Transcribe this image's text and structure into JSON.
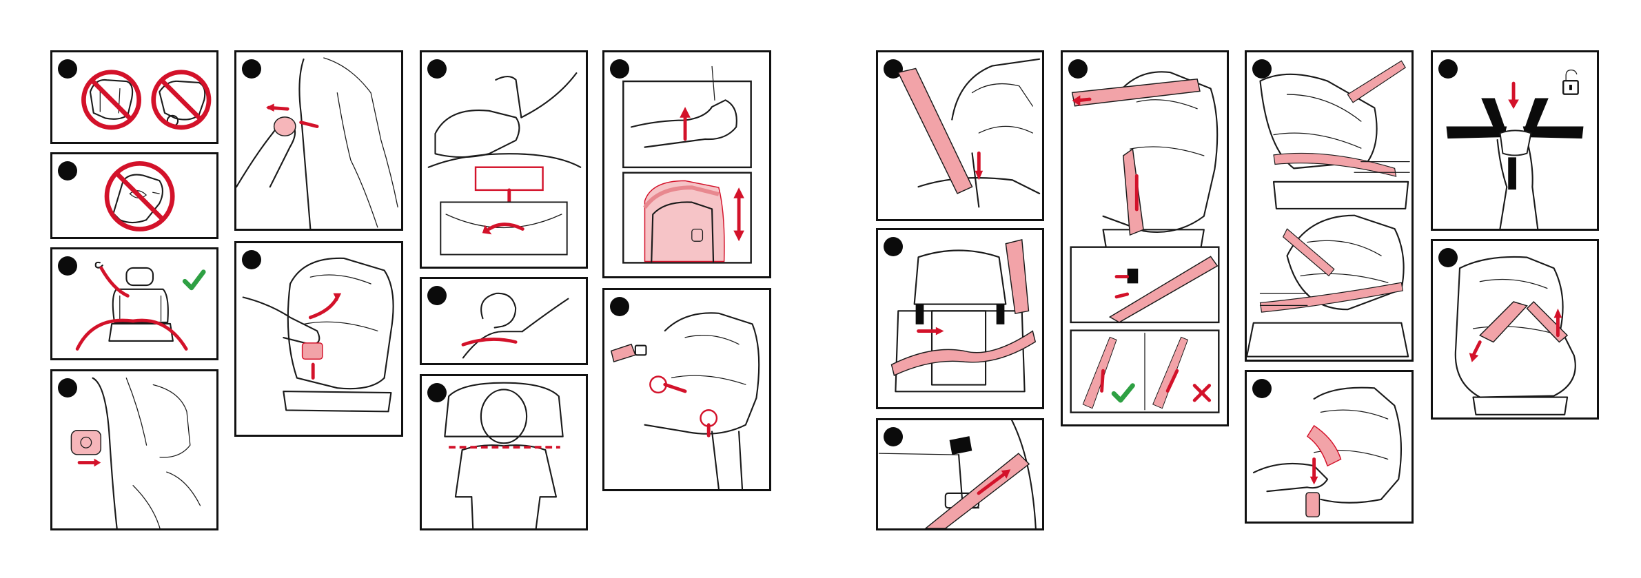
{
  "page": {
    "background": "#ffffff"
  },
  "colors": {
    "accent": "#d3122a",
    "strap": "#f2a3a8",
    "ok": "#2ea043",
    "line": "#1a1a1a"
  },
  "icons": {
    "prohibited": "prohibited-icon",
    "check": "check-icon",
    "cross": "cross-icon",
    "unlock": "unlock-icon",
    "arrow": "arrow-icon"
  },
  "left_page": {
    "panels": [
      {
        "id": "p1",
        "scene": "no-vehicle-positions"
      },
      {
        "id": "p2",
        "scene": "no-front-airbag-seat"
      },
      {
        "id": "p3",
        "scene": "isofix-anchor-points"
      },
      {
        "id": "p4",
        "scene": "release-button-side"
      },
      {
        "id": "p5",
        "scene": "press-headrest-button"
      },
      {
        "id": "p6",
        "scene": "recline-handle"
      },
      {
        "id": "p7",
        "scene": "recline-positions-detail"
      },
      {
        "id": "p8",
        "scene": "child-harness-over-shoulder"
      },
      {
        "id": "p9",
        "scene": "shoulder-height-check"
      },
      {
        "id": "p10",
        "scene": "headrest-adjust"
      },
      {
        "id": "p11",
        "scene": "buckle-harness"
      }
    ]
  },
  "right_page": {
    "panels": [
      {
        "id": "p12",
        "scene": "vehicle-belt-routing"
      },
      {
        "id": "p13",
        "scene": "lap-belt-through-guides"
      },
      {
        "id": "p14",
        "scene": "belt-lock-clip"
      },
      {
        "id": "p15",
        "scene": "shoulder-belt-tension"
      },
      {
        "id": "p16",
        "scene": "belt-clip-detail"
      },
      {
        "id": "p17",
        "scene": "correct-vs-incorrect"
      },
      {
        "id": "p18",
        "scene": "rear-facing-install-top"
      },
      {
        "id": "p19",
        "scene": "rear-facing-install-bottom"
      },
      {
        "id": "p20",
        "scene": "pull-harness-adjuster"
      },
      {
        "id": "p21",
        "scene": "unbuckle-harness"
      },
      {
        "id": "p22",
        "scene": "harness-final-check"
      }
    ]
  }
}
